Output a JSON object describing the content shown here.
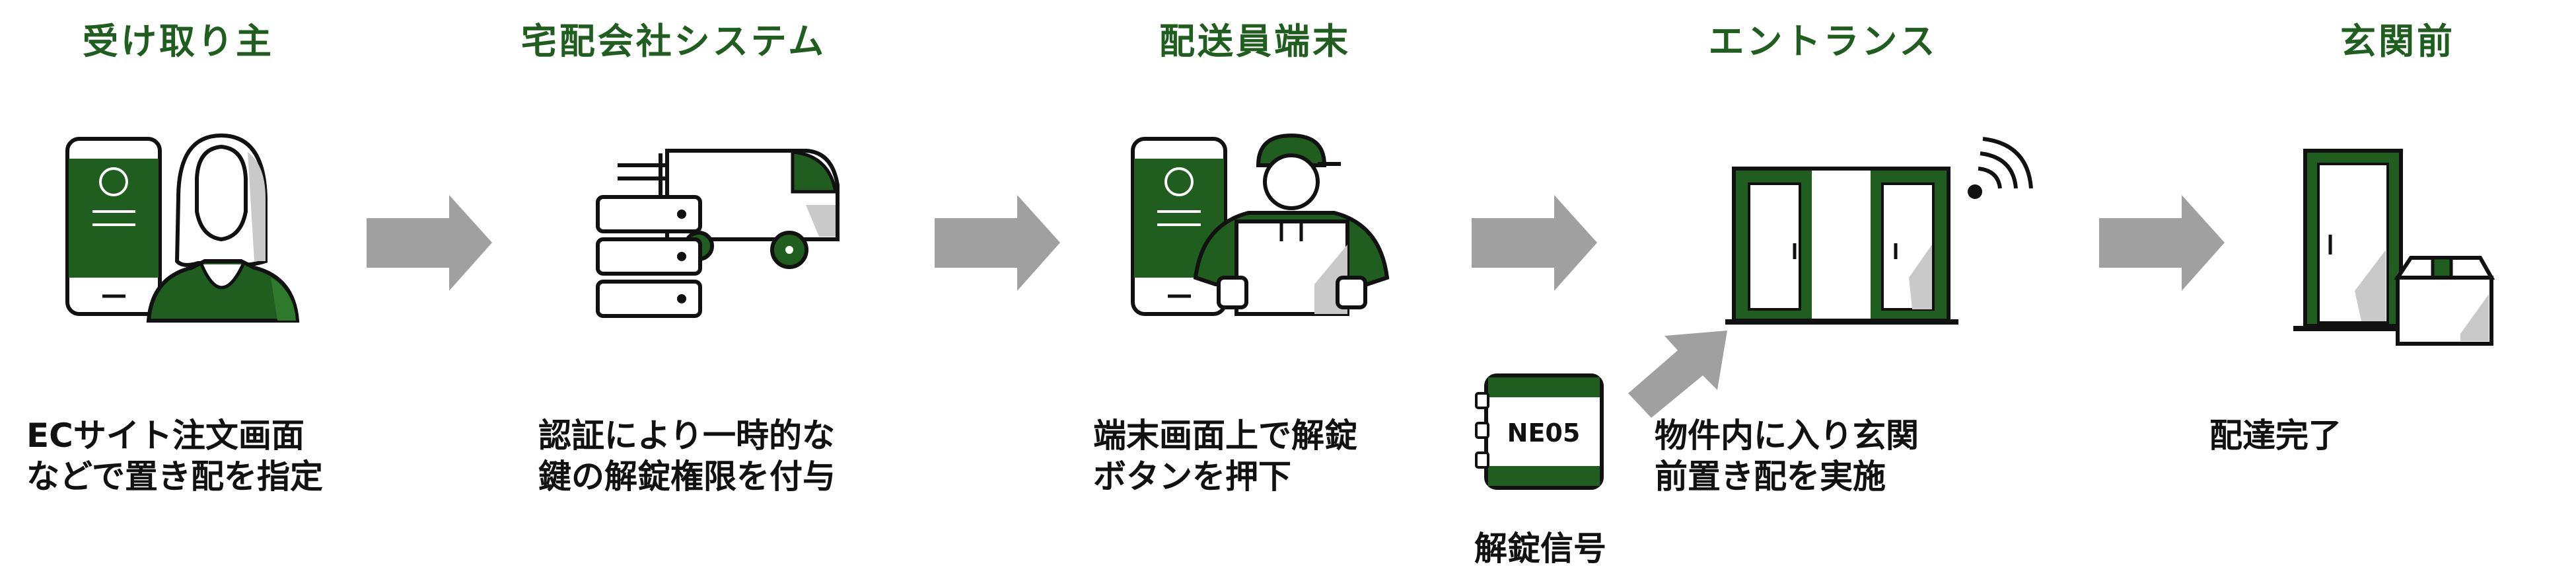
{
  "colors": {
    "accent": "#1f5e1f",
    "arrow": "#a0a0a0",
    "outline": "#111111"
  },
  "steps": [
    {
      "title": "受け取り主",
      "desc": [
        "ECサイト注文画面",
        "などで置き配を指定"
      ],
      "icon": "smartphone-with-woman-icon"
    },
    {
      "title": "宅配会社システム",
      "desc": [
        "認証により一時的な",
        "鍵の解錠権限を付与"
      ],
      "icon": "server-and-truck-icon"
    },
    {
      "title": "配送員端末",
      "desc": [
        "端末画面上で解錠",
        "ボタンを押下"
      ],
      "icon": "smartphone-with-courier-icon"
    },
    {
      "title": "エントランス",
      "desc": [
        "物件内に入り玄関",
        "前置き配を実施"
      ],
      "icon": "entrance-door-with-wifi-icon"
    },
    {
      "title": "玄関前",
      "desc": [
        "配達完了"
      ],
      "icon": "door-with-package-icon"
    }
  ],
  "device": {
    "label": "NE05",
    "caption": "解錠信号"
  }
}
